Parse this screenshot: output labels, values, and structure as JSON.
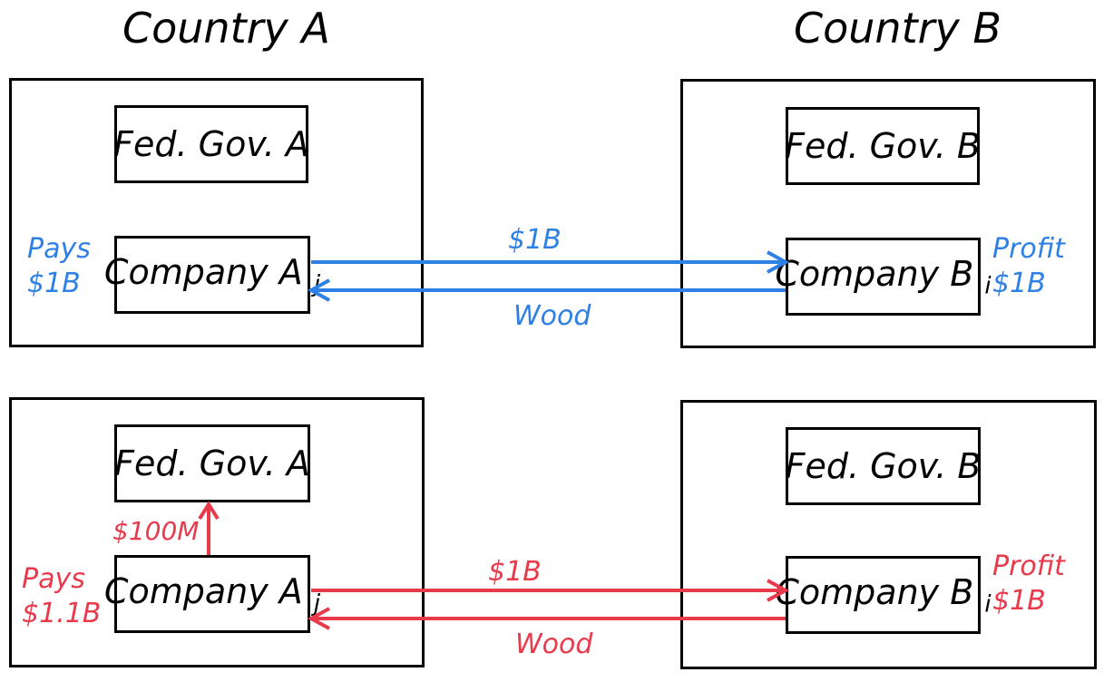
{
  "colors": {
    "blue": "#2f80e4",
    "red": "#e83a4b",
    "ink": "#000000"
  },
  "titles": {
    "country_a": "Country A",
    "country_b": "Country B"
  },
  "scenario_top": {
    "gov_a": "Fed. Gov. A",
    "gov_b": "Fed. Gov. B",
    "company_a": "Company A",
    "company_a_sub": "j",
    "company_b": "Company B",
    "company_b_sub": "i",
    "payment_label": "$1B",
    "goods_label": "Wood",
    "a_note_line1": "Pays",
    "a_note_line2": "$1B",
    "b_note_line1": "Profit",
    "b_note_line2": "$1B"
  },
  "scenario_bottom": {
    "gov_a": "Fed. Gov. A",
    "gov_b": "Fed. Gov. B",
    "company_a": "Company A",
    "company_a_sub": "j",
    "company_b": "Company B",
    "company_b_sub": "i",
    "tax_label": "$100M",
    "payment_label": "$1B",
    "goods_label": "Wood",
    "a_note_line1": "Pays",
    "a_note_line2": "$1.1B",
    "b_note_line1": "Profit",
    "b_note_line2": "$1B"
  }
}
